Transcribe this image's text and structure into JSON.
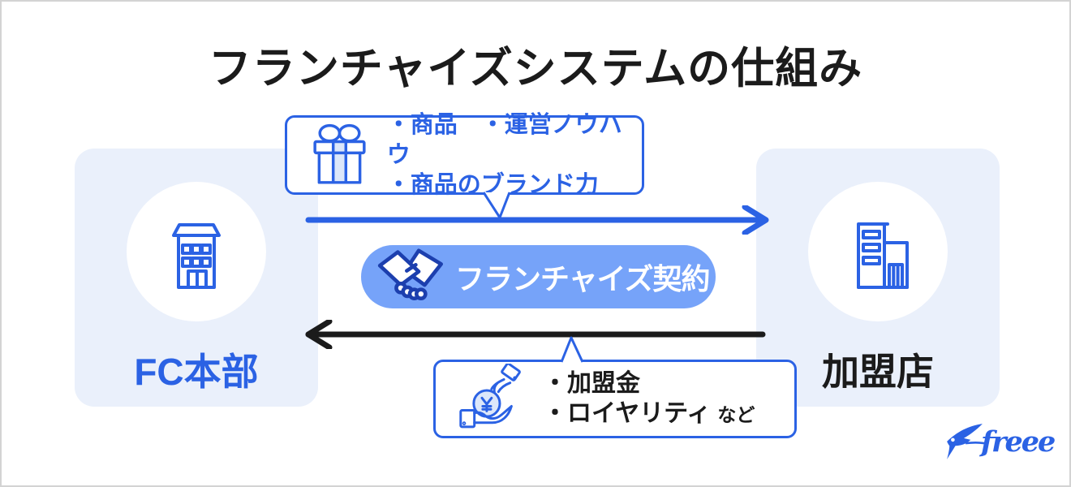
{
  "colors": {
    "accent_blue": "#2B62E4",
    "handshake_outline": "#1C3FAE",
    "panel_bg": "#EAF0FB",
    "pill_bg": "#76A3F9",
    "icon_fill_light": "#DCE7FA",
    "text_dark": "#1B1B1B",
    "frame_border": "#D3D3D3"
  },
  "title": "フランチャイズシステムの仕組み",
  "headquarters": {
    "label": "FC本部",
    "icon": "office-building-icon"
  },
  "franchisee": {
    "label": "加盟店",
    "icon": "store-building-icon"
  },
  "contract": {
    "label": "フランチャイズ契約",
    "icon": "handshake-icon"
  },
  "provides": {
    "icon": "gift-icon",
    "line1": "・商品　・運営ノウハウ",
    "line2": "・商品のブランド力",
    "arrow_direction": "headquarters-to-franchisee",
    "arrow_color": "#2B62E4"
  },
  "pays": {
    "icon": "money-hand-icon",
    "line1": "・加盟金",
    "line2": "・ロイヤリティ",
    "line2_suffix": "など",
    "arrow_direction": "franchisee-to-headquarters",
    "arrow_color": "#1B1B1B"
  },
  "logo": {
    "text": "freee",
    "icon": "swallow-icon"
  }
}
